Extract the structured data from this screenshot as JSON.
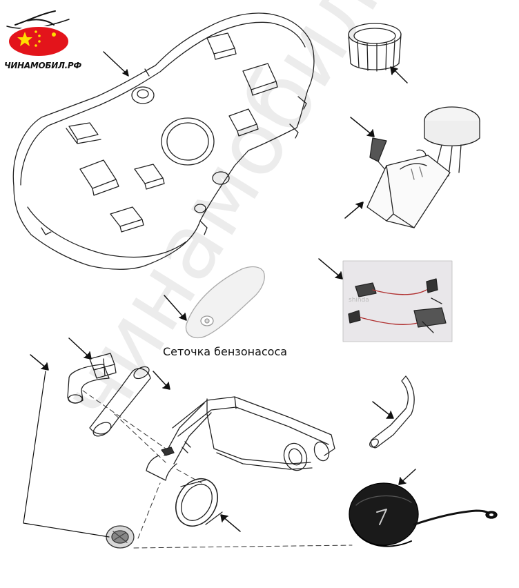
{
  "logo": {
    "text": "ЧИНАМОБИЛ.РФ",
    "colors": {
      "oval": "#e3141b",
      "star": "#ffde00"
    }
  },
  "caption": "Сеточка бензонасоса",
  "watermark": "чинамобил.рф",
  "photo_label": "shinda",
  "parts": [
    "fuel-tank",
    "pump-lock-ring",
    "fuel-pump-module",
    "fuel-level-sender-photo",
    "pump-strainer",
    "filler-hose-clamp",
    "filler-hose-short",
    "filler-hose-long",
    "filler-neck-pipe",
    "filler-neck-ring",
    "breather-hose",
    "fuel-cap",
    "neck-grommet"
  ]
}
